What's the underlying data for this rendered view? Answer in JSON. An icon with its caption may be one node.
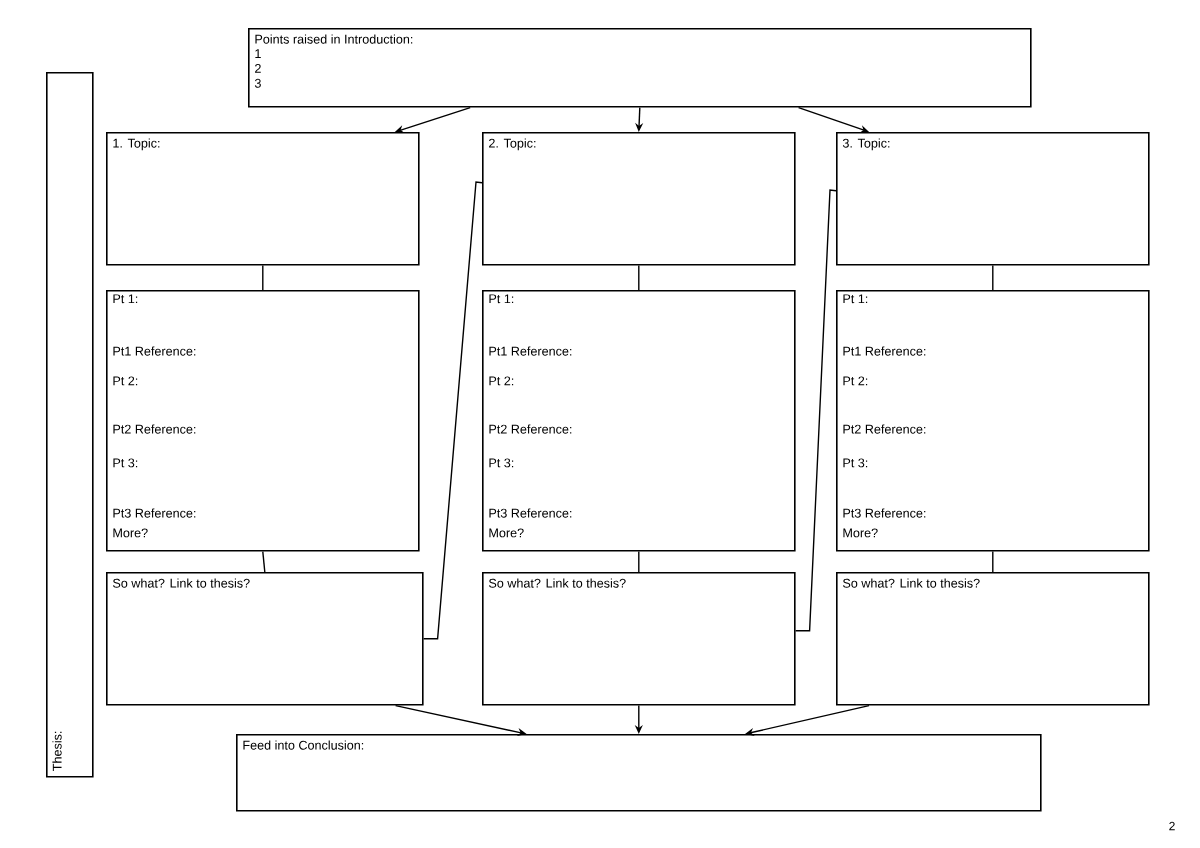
{
  "diagram": {
    "nodes": [
      {
        "text": [
          "Points raised in Introduction:",
          "1",
          "2",
          "3"
        ]
      },
      {
        "text": [
          "Thesis:"
        ]
      },
      {
        "text": [
          "1. Topic:"
        ]
      },
      {
        "text": [
          "2. Topic:"
        ]
      },
      {
        "text": [
          "3. Topic:"
        ]
      },
      {
        "text": [
          "Pt 1:",
          "Pt1 Reference:",
          "Pt 2:",
          "Pt2 Reference:",
          "Pt 3:",
          "Pt3 Reference:",
          "More?"
        ]
      },
      {
        "text": [
          "Pt 1:",
          "Pt1 Reference:",
          "Pt 2:",
          "Pt2 Reference:",
          "Pt 3:",
          "Pt3 Reference:",
          "More?"
        ]
      },
      {
        "text": [
          "Pt 1:",
          "Pt1 Reference:",
          "Pt 2:",
          "Pt2 Reference:",
          "Pt 3:",
          "Pt3 Reference:",
          "More?"
        ]
      },
      {
        "text": [
          "So what?  Link to thesis?"
        ]
      },
      {
        "text": [
          "So what?  Link to thesis?"
        ]
      },
      {
        "text": [
          "So what?  Link to thesis?"
        ]
      },
      {
        "text": [
          "Feed into Conclusion:"
        ]
      }
    ],
    "edges": [
      {
        "from": 0,
        "to": 2,
        "arrow": "to"
      },
      {
        "from": 0,
        "to": 3,
        "arrow": "to"
      },
      {
        "from": 0,
        "to": 4,
        "arrow": "to"
      },
      {
        "from": 2,
        "to": 5,
        "arrow": "none"
      },
      {
        "from": 3,
        "to": 6,
        "arrow": "none"
      },
      {
        "from": 4,
        "to": 7,
        "arrow": "none"
      },
      {
        "from": 5,
        "to": 8,
        "arrow": "none"
      },
      {
        "from": 6,
        "to": 9,
        "arrow": "none"
      },
      {
        "from": 7,
        "to": 10,
        "arrow": "none"
      },
      {
        "from": 8,
        "to": 3,
        "arrow": "none"
      },
      {
        "from": 9,
        "to": 4,
        "arrow": "none"
      },
      {
        "from": 8,
        "to": 11,
        "arrow": "to"
      },
      {
        "from": 9,
        "to": 11,
        "arrow": "to"
      },
      {
        "from": 10,
        "to": 11,
        "arrow": "to"
      }
    ],
    "labels": [
      "2"
    ]
  }
}
